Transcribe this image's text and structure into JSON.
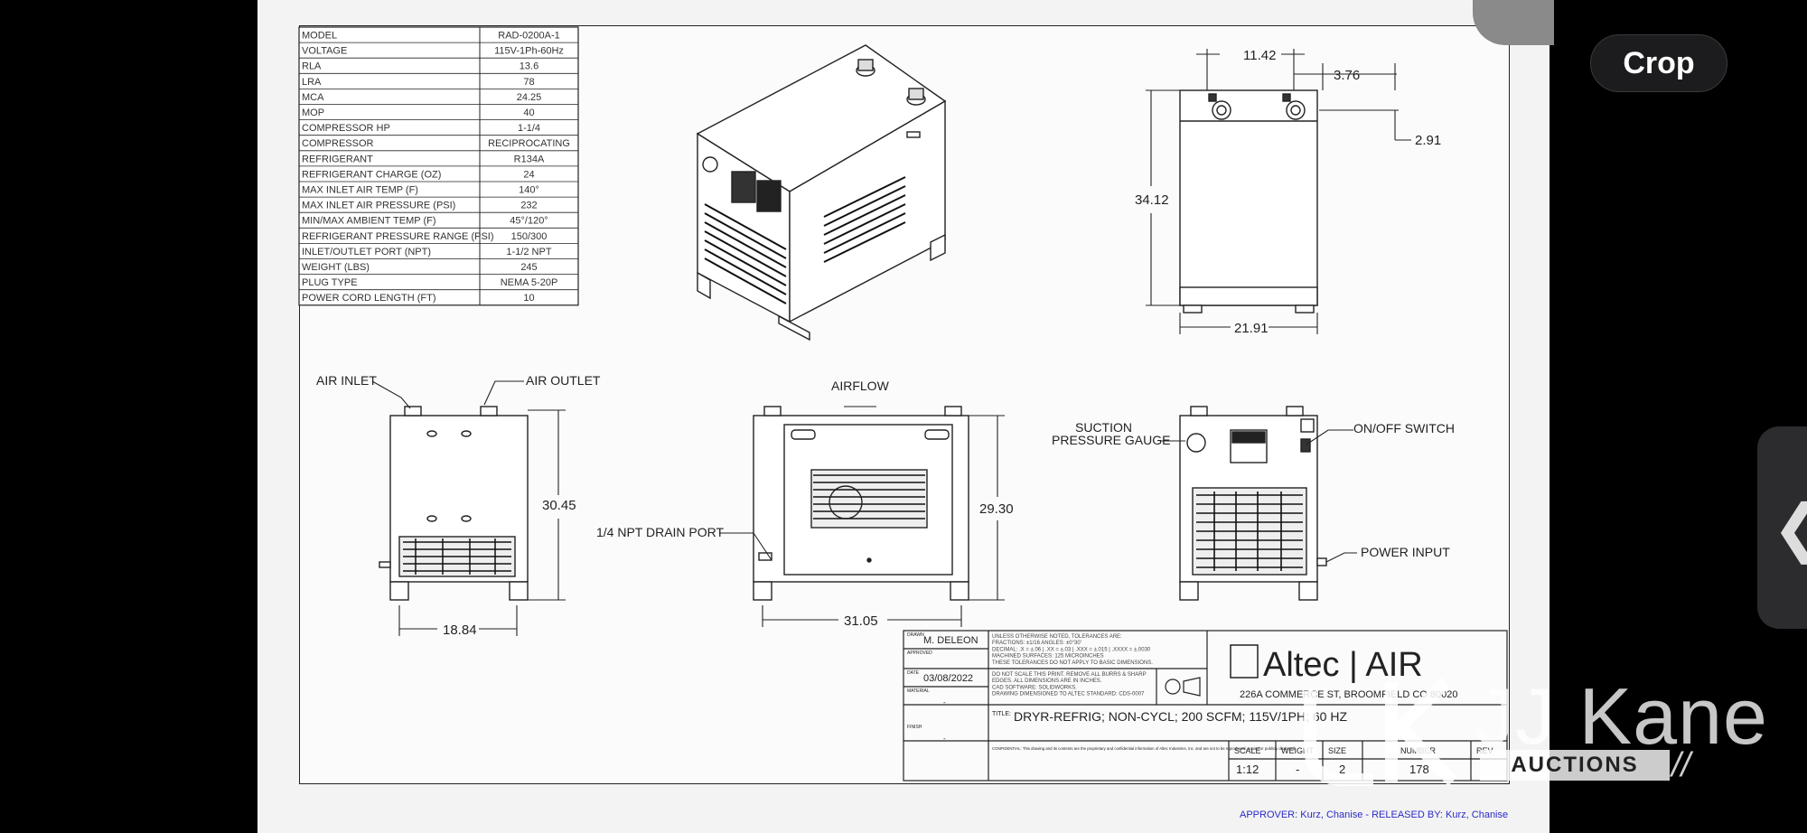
{
  "toolbar": {
    "crop_label": "Crop",
    "back_glyph": "❮"
  },
  "spec_table": [
    [
      "MODEL",
      "RAD-0200A-1"
    ],
    [
      "VOLTAGE",
      "115V-1Ph-60Hz"
    ],
    [
      "RLA",
      "13.6"
    ],
    [
      "LRA",
      "78"
    ],
    [
      "MCA",
      "24.25"
    ],
    [
      "MOP",
      "40"
    ],
    [
      "COMPRESSOR HP",
      "1-1/4"
    ],
    [
      "COMPRESSOR",
      "RECIPROCATING"
    ],
    [
      "REFRIGERANT",
      "R134A"
    ],
    [
      "REFRIGERANT CHARGE (OZ)",
      "24"
    ],
    [
      "MAX INLET AIR TEMP (F)",
      "140°"
    ],
    [
      "MAX INLET AIR PRESSURE (PSI)",
      "232"
    ],
    [
      "MIN/MAX AMBIENT TEMP (F)",
      "45°/120°"
    ],
    [
      "REFRIGERANT PRESSURE RANGE (PSI)",
      "150/300"
    ],
    [
      "INLET/OUTLET PORT (NPT)",
      "1-1/2 NPT"
    ],
    [
      "WEIGHT (LBS)",
      "245"
    ],
    [
      "PLUG TYPE",
      "NEMA 5-20P"
    ],
    [
      "POWER CORD LENGTH (FT)",
      "10"
    ]
  ],
  "dims": {
    "top_width": "11.42",
    "top_offset": "3.76",
    "top_rise": "2.91",
    "side_height": "34.12",
    "side_depth": "21.91",
    "rear_height": "30.45",
    "rear_width": "18.84",
    "front_height": "29.30",
    "front_width": "31.05"
  },
  "callouts": {
    "air_inlet": "AIR INLET",
    "air_outlet": "AIR OUTLET",
    "airflow": "AIRFLOW",
    "drain_port": "1/4 NPT DRAIN PORT",
    "suction_1": "SUCTION",
    "suction_2": "PRESSURE GAUGE",
    "switch": "ON/OFF SWITCH",
    "power": "POWER INPUT"
  },
  "title_block": {
    "drawn_label": "DRAWN",
    "drawn_by": "M. DELEON",
    "approved_label": "APPROVED",
    "date_label": "DATE",
    "date": "03/08/2022",
    "material_label": "MATERIAL",
    "finish_label": "FINISH",
    "dash": "-",
    "notes": [
      "UNLESS OTHERWISE NOTED, TOLERANCES ARE:",
      "FRACTIONS: ±1/16   ANGLES: ±0°30'",
      "DECIMAL: .X = ±.06  |  .XX = ±.03  |  .XXX = ±.015  |  .XXXX = ±.0030",
      "MACHINED SURFACES: 125 MICROINCHES",
      "THESE TOLERANCES DO NOT APPLY TO BASIC DIMENSIONS."
    ],
    "notes2": [
      "DO NOT SCALE THIS PRINT. REMOVE ALL BURRS & SHARP",
      "EDGES. ALL DIMENSIONS ARE IN INCHES.",
      "CAD SOFTWARE: SOLIDWORKS.",
      "DRAWING DIMENSIONED TO ALTEC STANDARD: CDS-0007"
    ],
    "logo": "Altec | AIR",
    "address": "226A COMMERCE ST, BROOMFIELD CO 80020",
    "title_label": "TITLE:",
    "title": "DRYR-REFRIG; NON-CYCL; 200 SCFM; 115V/1PH; 60 HZ",
    "confidential": "CONFIDENTIAL: This drawing and its contents are the proprietary and confidential information of Altec Industries, Inc. and are not to be reproduced, copied or publicly disclosed.",
    "scale_label": "SCALE",
    "scale": "1:12",
    "weight_label": "WEIGHT",
    "size_label": "SIZE",
    "size": "2",
    "number_label": "NUMBER",
    "number": "178",
    "rev_label": "REV",
    "weight": "-"
  },
  "approver": "APPROVER: Kurz, Chanise  -  RELEASED BY: Kurz, Chanise",
  "watermark": {
    "name": "JJ Kane",
    "sub": "AUCTIONS",
    "mark": "JK",
    "slashes": "//"
  }
}
